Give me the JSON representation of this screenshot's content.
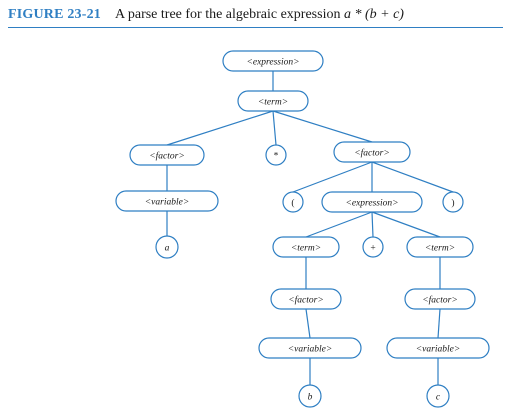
{
  "figure": {
    "number": "FIGURE 23-21",
    "title_prefix": "A parse tree for the algebraic expression ",
    "title_expression": "a * (b + c)"
  },
  "diagram": {
    "type": "parse-tree",
    "nodes": [
      {
        "id": "expression-root",
        "label": "<expression>",
        "shape": "pill",
        "italic": true
      },
      {
        "id": "term-root",
        "label": "<term>",
        "shape": "pill",
        "italic": true
      },
      {
        "id": "factor-left",
        "label": "<factor>",
        "shape": "pill",
        "italic": true
      },
      {
        "id": "star",
        "label": "*",
        "shape": "circle",
        "italic": false
      },
      {
        "id": "factor-right",
        "label": "<factor>",
        "shape": "pill",
        "italic": true
      },
      {
        "id": "variable-a-parent",
        "label": "<variable>",
        "shape": "pill",
        "italic": true
      },
      {
        "id": "leaf-a",
        "label": "a",
        "shape": "circle",
        "italic": true
      },
      {
        "id": "open-paren",
        "label": "(",
        "shape": "circle",
        "italic": false
      },
      {
        "id": "expression-inner",
        "label": "<expression>",
        "shape": "pill",
        "italic": true
      },
      {
        "id": "close-paren",
        "label": ")",
        "shape": "circle",
        "italic": false
      },
      {
        "id": "term-left",
        "label": "<term>",
        "shape": "pill",
        "italic": true
      },
      {
        "id": "plus",
        "label": "+",
        "shape": "circle",
        "italic": false
      },
      {
        "id": "term-right",
        "label": "<term>",
        "shape": "pill",
        "italic": true
      },
      {
        "id": "factor-b-parent",
        "label": "<factor>",
        "shape": "pill",
        "italic": true
      },
      {
        "id": "factor-c-parent",
        "label": "<factor>",
        "shape": "pill",
        "italic": true
      },
      {
        "id": "variable-b-parent",
        "label": "<variable>",
        "shape": "pill",
        "italic": true
      },
      {
        "id": "variable-c-parent",
        "label": "<variable>",
        "shape": "pill",
        "italic": true
      },
      {
        "id": "leaf-b",
        "label": "b",
        "shape": "circle",
        "italic": true
      },
      {
        "id": "leaf-c",
        "label": "c",
        "shape": "circle",
        "italic": true
      }
    ],
    "edges": [
      [
        "expression-root",
        "term-root"
      ],
      [
        "term-root",
        "factor-left"
      ],
      [
        "term-root",
        "star"
      ],
      [
        "term-root",
        "factor-right"
      ],
      [
        "factor-left",
        "variable-a-parent"
      ],
      [
        "variable-a-parent",
        "leaf-a"
      ],
      [
        "factor-right",
        "open-paren"
      ],
      [
        "factor-right",
        "expression-inner"
      ],
      [
        "factor-right",
        "close-paren"
      ],
      [
        "expression-inner",
        "term-left"
      ],
      [
        "expression-inner",
        "plus"
      ],
      [
        "expression-inner",
        "term-right"
      ],
      [
        "term-left",
        "factor-b-parent"
      ],
      [
        "factor-b-parent",
        "variable-b-parent"
      ],
      [
        "variable-b-parent",
        "leaf-b"
      ],
      [
        "term-right",
        "factor-c-parent"
      ],
      [
        "factor-c-parent",
        "variable-c-parent"
      ],
      [
        "variable-c-parent",
        "leaf-c"
      ]
    ]
  }
}
